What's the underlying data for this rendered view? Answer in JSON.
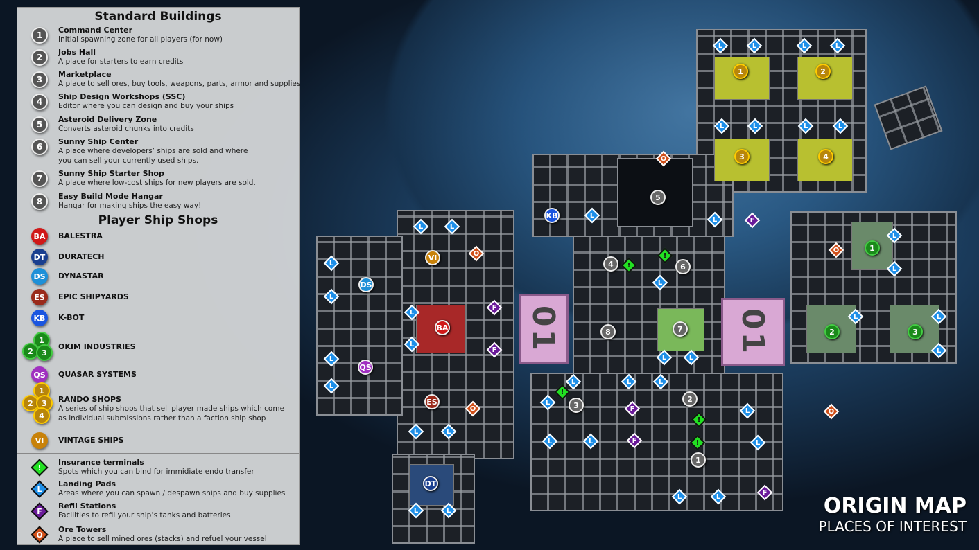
{
  "legend": {
    "standard_title": "Standard Buildings",
    "standard": [
      {
        "n": "1",
        "title": "Command Center",
        "desc": [
          "Initial spawning zone for all players (for now)"
        ]
      },
      {
        "n": "2",
        "title": "Jobs Hall",
        "desc": [
          "A place for starters to earn credits"
        ]
      },
      {
        "n": "3",
        "title": "Marketplace",
        "desc": [
          "A place to sell ores, buy tools, weapons, parts, armor and supplies"
        ]
      },
      {
        "n": "4",
        "title": "Ship Design Workshops (SSC)",
        "desc": [
          "Editor where you can design and buy your ships"
        ]
      },
      {
        "n": "5",
        "title": "Asteroid Delivery Zone",
        "desc": [
          "Converts asteroid chunks into credits"
        ]
      },
      {
        "n": "6",
        "title": "Sunny Ship Center",
        "desc": [
          "A place where developers’ ships are sold and where",
          "you can sell your currently used ships."
        ]
      },
      {
        "n": "7",
        "title": "Sunny Ship Starter Shop",
        "desc": [
          "A place where low-cost ships for new players are sold."
        ]
      },
      {
        "n": "8",
        "title": "Easy Build Mode Hangar",
        "desc": [
          "Hangar for making ships the easy way!"
        ]
      }
    ],
    "shops_title": "Player Ship Shops",
    "shops": [
      {
        "code": "BA",
        "name": "BALESTRA",
        "color": "#d01818"
      },
      {
        "code": "DT",
        "name": "DURATECH",
        "color": "#1a3f8f"
      },
      {
        "code": "DS",
        "name": "DYNASTAR",
        "color": "#1e90d8"
      },
      {
        "code": "ES",
        "name": "EPIC SHIPYARDS",
        "color": "#9a2a1a"
      },
      {
        "code": "KB",
        "name": "K-BOT",
        "color": "#1a55e0"
      },
      {
        "code": "123",
        "name": "OKIM INDUSTRIES",
        "color": "#1a8a1a"
      },
      {
        "code": "QS",
        "name": "QUASAR SYSTEMS",
        "color": "#a030c0"
      },
      {
        "code": "1234",
        "name": "RANDO SHOPS",
        "color": "#b8860b",
        "desc": [
          "A series of ship shops that sell player made ships which come",
          "as individual submissions rather than a faction ship shop"
        ]
      },
      {
        "code": "VI",
        "name": "VINTAGE SHIPS",
        "color": "#c8820a"
      }
    ],
    "symbols": [
      {
        "glyph": "!",
        "title": "Insurance terminals",
        "desc": "Spots which you can bind for immidiate endo transfer",
        "color": "#22e022"
      },
      {
        "glyph": "L",
        "title": "Landing Pads",
        "desc": "Areas where you can spawn / despawn ships and buy supplies",
        "color": "#1e8fe8"
      },
      {
        "glyph": "F",
        "title": "Refil Stations",
        "desc": "Facilities to refil your ship’s tanks and batteries",
        "color": "#6a1a9a"
      },
      {
        "glyph": "O",
        "title": "Ore Towers",
        "desc": "A place to sell mined ores (stacks) and refuel your vessel",
        "color": "#d0501a"
      }
    ]
  },
  "map": {
    "panel_label": "01",
    "markers": [
      {
        "type": "num",
        "label": "1"
      },
      {
        "type": "num",
        "label": "2"
      },
      {
        "type": "num",
        "label": "3"
      },
      {
        "type": "num",
        "label": "4"
      },
      {
        "type": "num",
        "label": "5"
      },
      {
        "type": "num",
        "label": "6"
      },
      {
        "type": "num",
        "label": "7"
      },
      {
        "type": "num",
        "label": "8"
      },
      {
        "type": "shop",
        "label": "KB",
        "color": "#1a55e0"
      },
      {
        "type": "shop",
        "label": "VI",
        "color": "#c8820a"
      },
      {
        "type": "shop",
        "label": "DS",
        "color": "#1e90d8"
      },
      {
        "type": "shop",
        "label": "BA",
        "color": "#d01818"
      },
      {
        "type": "shop",
        "label": "QS",
        "color": "#a030c0"
      },
      {
        "type": "shop",
        "label": "ES",
        "color": "#9a2a1a"
      },
      {
        "type": "shop",
        "label": "DT",
        "color": "#1a3f8f"
      },
      {
        "type": "shop",
        "label": "1",
        "color": "#1a8a1a"
      },
      {
        "type": "shop",
        "label": "2",
        "color": "#1a8a1a"
      },
      {
        "type": "shop",
        "label": "3",
        "color": "#1a8a1a"
      },
      {
        "type": "shop",
        "label": "1",
        "color": "#b8860b"
      },
      {
        "type": "shop",
        "label": "2",
        "color": "#b8860b"
      },
      {
        "type": "shop",
        "label": "3",
        "color": "#b8860b"
      },
      {
        "type": "shop",
        "label": "4",
        "color": "#b8860b"
      }
    ]
  },
  "title": {
    "main": "ORIGIN MAP",
    "sub": "PLACES OF INTEREST"
  }
}
